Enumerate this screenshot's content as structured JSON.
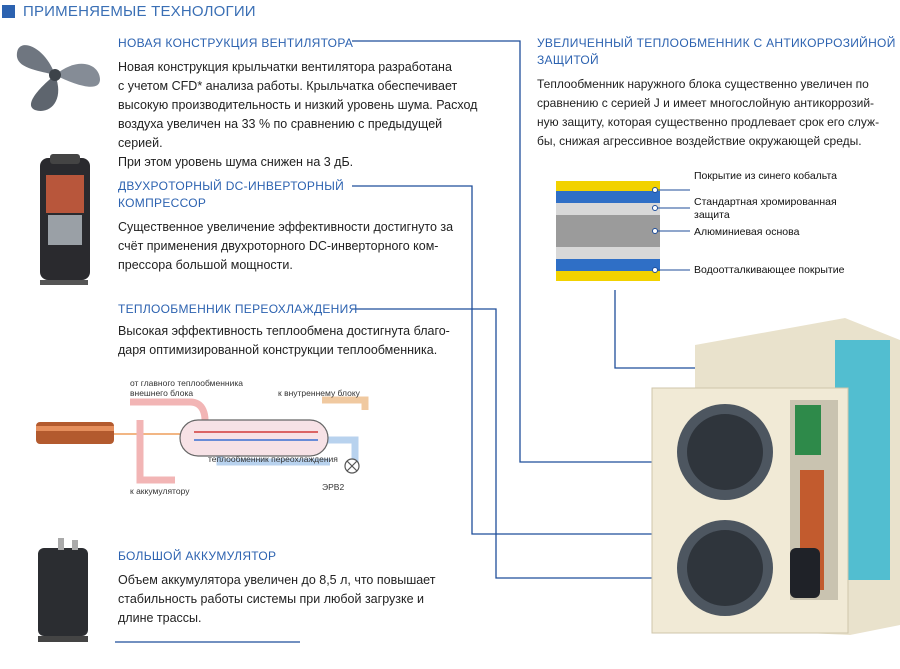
{
  "header": {
    "title": "ПРИМЕНЯЕМЫЕ ТЕХНОЛОГИИ"
  },
  "fan": {
    "title": "НОВАЯ КОНСТРУКЦИЯ ВЕНТИЛЯТОРА",
    "lines": [
      "Новая конструкция крыльчатки вентилятора разработана",
      "с учетом CFD* анализа работы. Крыльчатка обеспечивает",
      "высокую производительность и низкий уровень шума. Расход",
      "воздуха увеличен на 33 % по сравнению с предыдущей серией.",
      "При этом уровень шума снижен на 3 дБ."
    ]
  },
  "compressor": {
    "title_lines": [
      "ДВУХРОТОРНЫЙ DC-ИНВЕРТОРНЫЙ",
      "КОМПРЕССОР"
    ],
    "lines": [
      "Существенное увеличение эффективности достигнуто за",
      "счёт применения двухроторного DC-инверторного ком-",
      "прессора большой мощности."
    ]
  },
  "subcool": {
    "title": "ТЕПЛООБМЕННИК ПЕРЕОХЛАЖДЕНИЯ",
    "lines": [
      "Высокая эффективность теплообмена достигнута благо-",
      "даря оптимизированной конструкции теплообменника."
    ],
    "diagram": {
      "from_main_1": "от главного теплообменника",
      "from_main_2": "внешнего блока",
      "to_indoor": "к внутреннему блоку",
      "hx_label": "теплообменник переохлаждения",
      "to_accum": "к аккумулятору",
      "valve": "ЭРВ2"
    }
  },
  "accumulator": {
    "title": "БОЛЬШОЙ АККУМУЛЯТОР",
    "lines": [
      "Объем аккумулятора увеличен до 8,5 л, что повышает",
      "стабильность работы системы при любой загрузке и",
      "длине трассы."
    ]
  },
  "heat_exchanger": {
    "title_lines": [
      "УВЕЛИЧЕННЫЙ ТЕПЛООБМЕННИК С АНТИКОРРОЗИЙНОЙ",
      "ЗАЩИТОЙ"
    ],
    "lines": [
      "Теплообменник наружного блока существенно увеличен по",
      "сравнению с серией J и имеет многослойную антикоррозий-",
      "ную защиту, которая существенно продлевает срок его служ-",
      "бы, снижая агрессивное воздействие окружающей среды."
    ],
    "layers": [
      "Покрытие из синего кобальта",
      "Стандартная хромированная",
      "защита",
      "Алюминиевая основа",
      "Водоотталкивающее покрытие"
    ]
  },
  "colors": {
    "accent": "#2c62b0",
    "line": "#1f4e9a",
    "yellow": "#f2d200",
    "blue": "#2f6fc6"
  }
}
